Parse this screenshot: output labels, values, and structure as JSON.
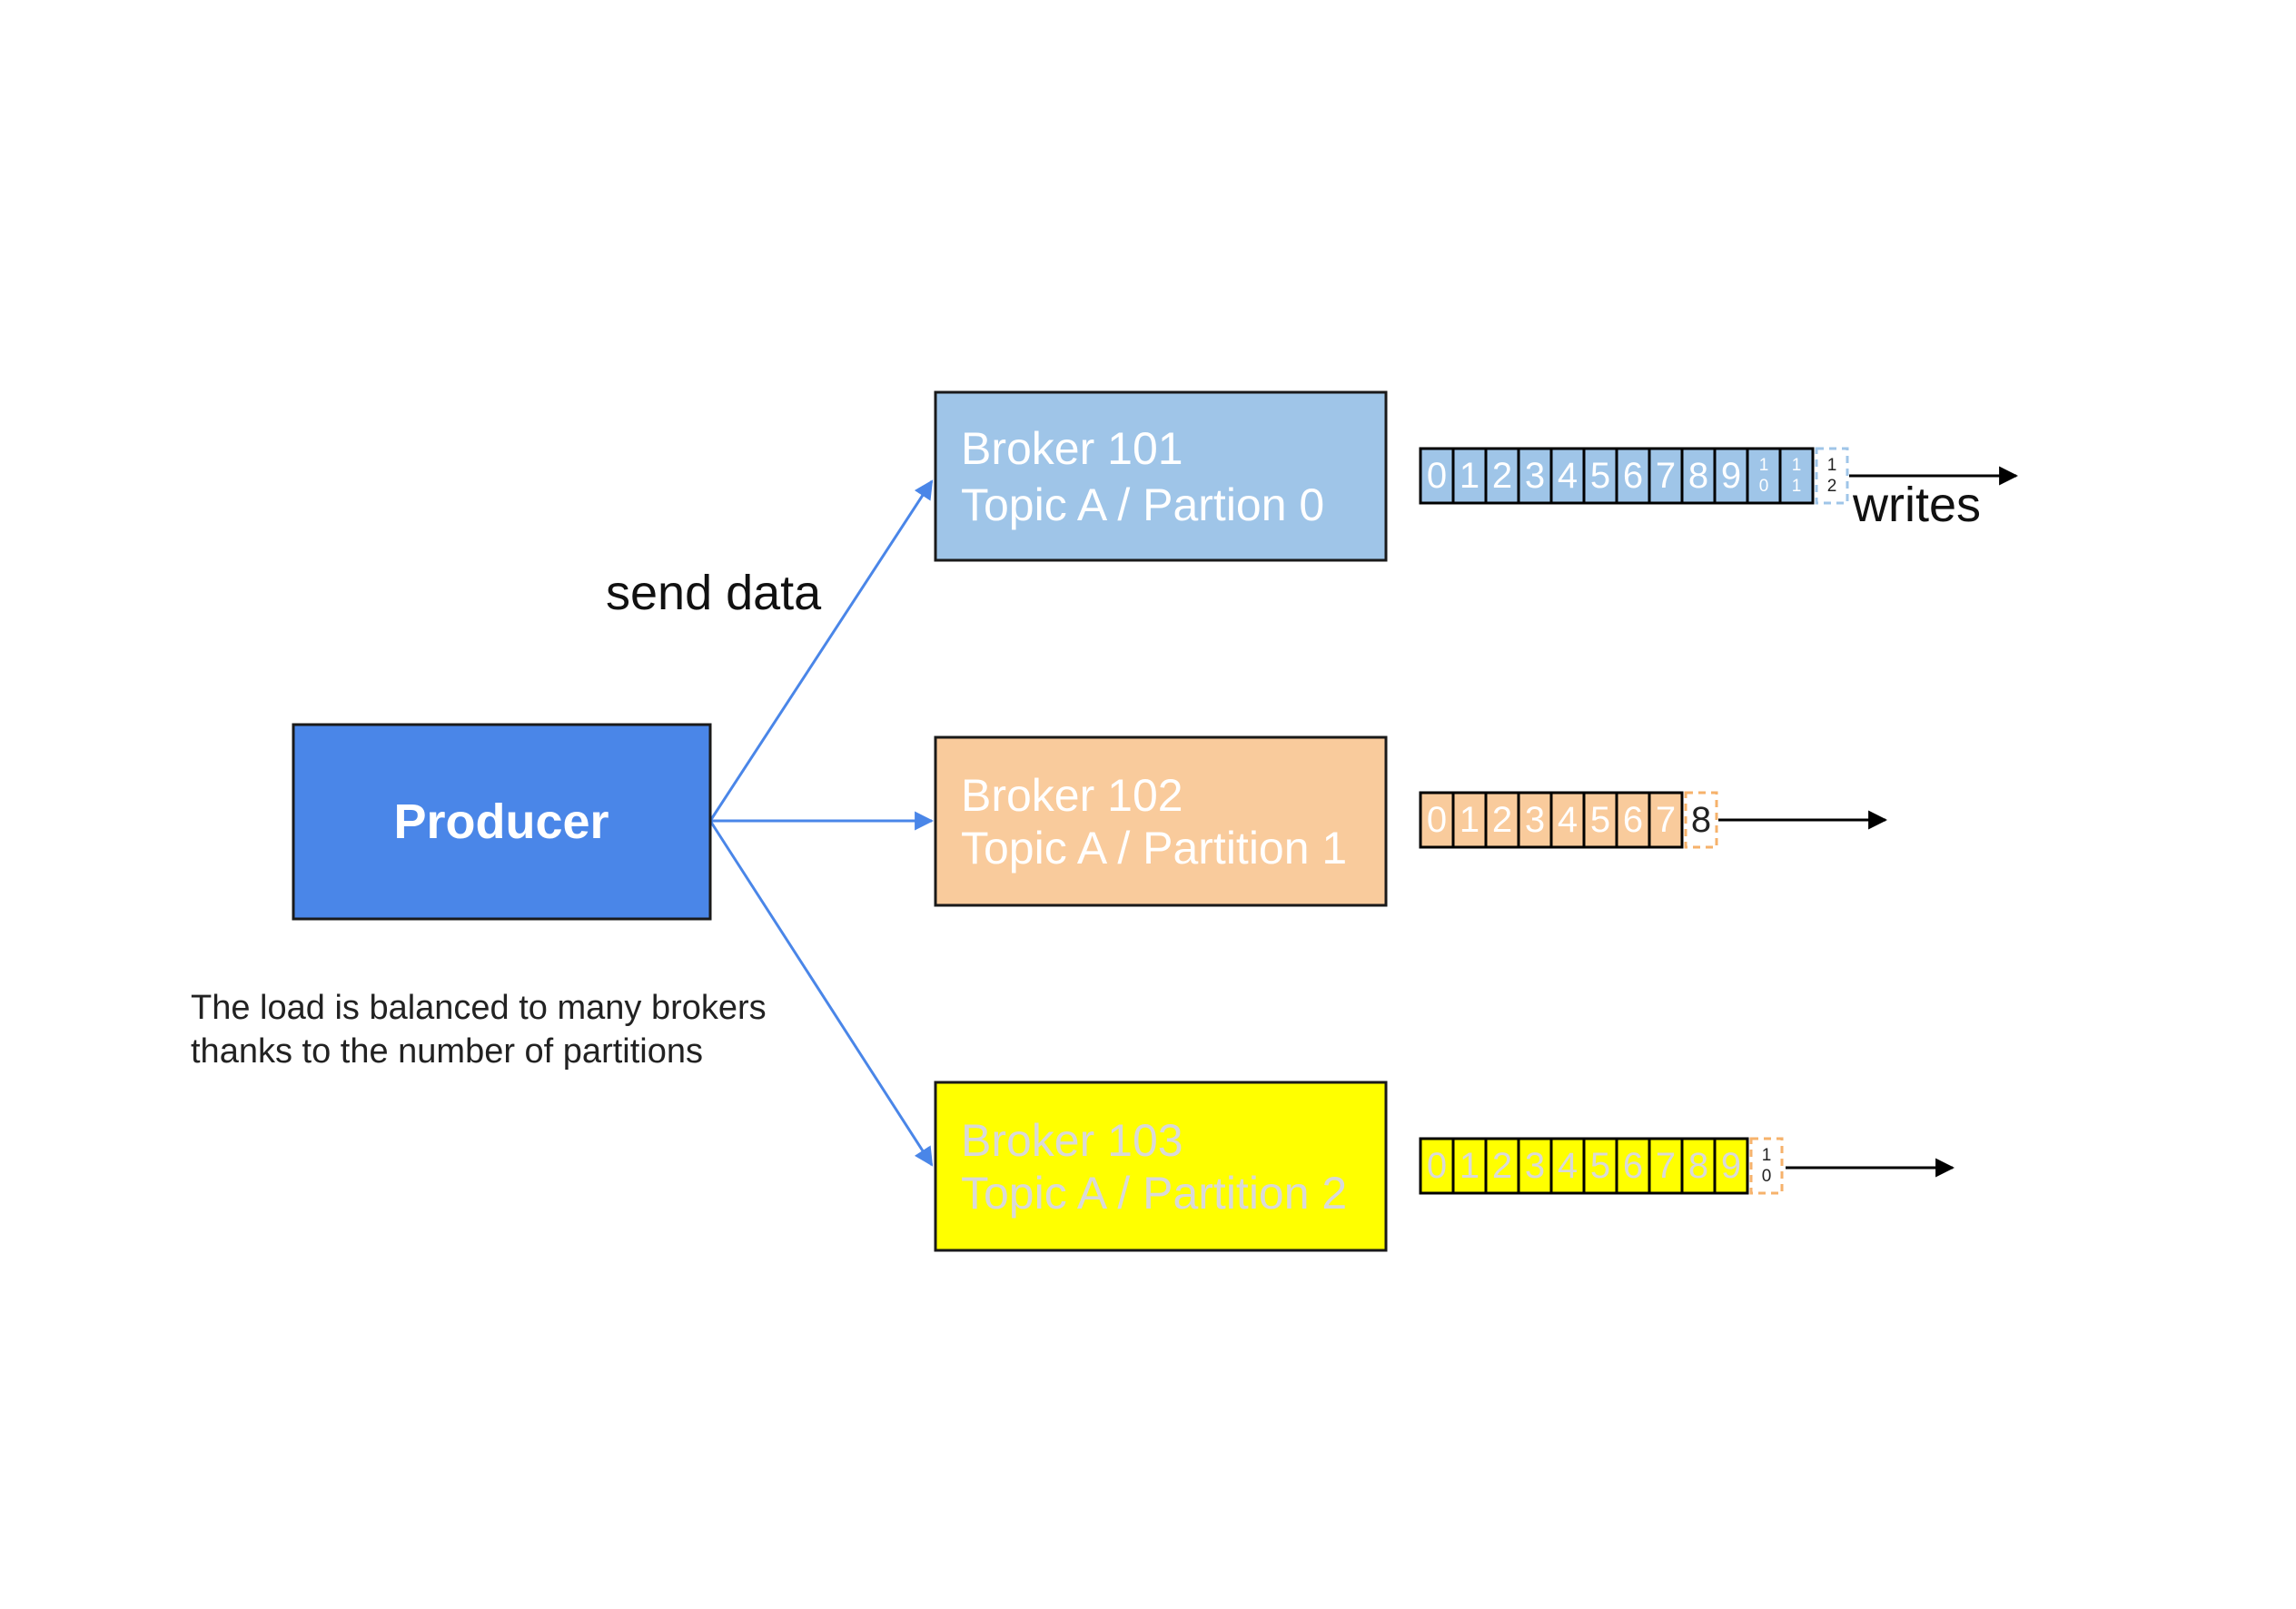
{
  "producer": {
    "label": "Producer",
    "color": "#4a86e8"
  },
  "edge_label": "send data",
  "note": {
    "line1": "The load is balanced to many brokers",
    "line2": "thanks to the number of partitions"
  },
  "writes_label": "writes",
  "arrow_color": "#4a86e8",
  "brokers": [
    {
      "line1": "Broker 101",
      "line2": "Topic A / Partion 0",
      "fill": "#9fc5e8",
      "text_color": "#ffffff",
      "cells": [
        "0",
        "1",
        "2",
        "3",
        "4",
        "5",
        "6",
        "7",
        "8",
        "9",
        "10",
        "11"
      ],
      "next_offset": "12",
      "next_border": "#9fc5e8",
      "next_text_color": "#222222"
    },
    {
      "line1": "Broker 102",
      "line2": "Topic A / Partition 1",
      "fill": "#f9cb9c",
      "text_color": "#ffffff",
      "cells": [
        "0",
        "1",
        "2",
        "3",
        "4",
        "5",
        "6",
        "7"
      ],
      "next_offset": "8",
      "next_border": "#f6b26b",
      "next_text_color": "#222222"
    },
    {
      "line1": "Broker 103",
      "line2": "Topic A / Partition 2",
      "fill": "#ffff00",
      "text_color": "#d9d9d9",
      "cells": [
        "0",
        "1",
        "2",
        "3",
        "4",
        "5",
        "6",
        "7",
        "8",
        "9"
      ],
      "next_offset": "10",
      "next_border": "#f6b26b",
      "next_text_color": "#222222"
    }
  ]
}
